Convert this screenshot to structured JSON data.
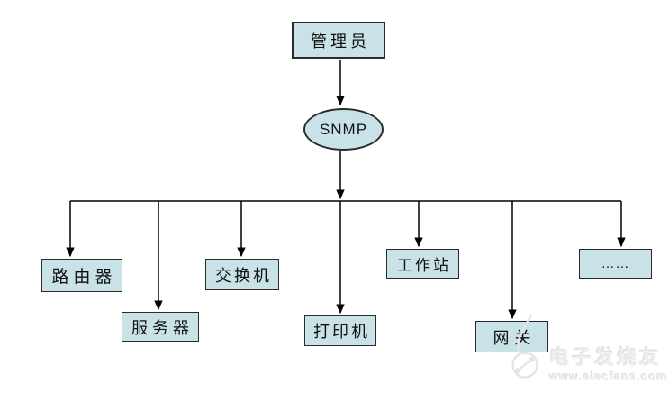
{
  "diagram": {
    "manager": {
      "label": "管理员"
    },
    "protocol": {
      "label": "SNMP"
    },
    "devices": [
      {
        "id": "router",
        "label": "路由器"
      },
      {
        "id": "server",
        "label": "服务器"
      },
      {
        "id": "switch",
        "label": "交换机"
      },
      {
        "id": "printer",
        "label": "打印机"
      },
      {
        "id": "workstation",
        "label": "工作站"
      },
      {
        "id": "gateway",
        "label": "网关"
      },
      {
        "id": "more",
        "label": "……"
      }
    ],
    "edges": [
      {
        "from": "管理员",
        "to": "SNMP"
      },
      {
        "from": "SNMP",
        "to": "路由器"
      },
      {
        "from": "SNMP",
        "to": "服务器"
      },
      {
        "from": "SNMP",
        "to": "交换机"
      },
      {
        "from": "SNMP",
        "to": "打印机"
      },
      {
        "from": "SNMP",
        "to": "工作站"
      },
      {
        "from": "SNMP",
        "to": "网关"
      },
      {
        "from": "SNMP",
        "to": "……"
      }
    ],
    "colors": {
      "node_fill": "#c8e2e7",
      "node_border": "#2b2b2b",
      "connector": "#000000",
      "background": "#ffffff"
    }
  },
  "watermark": {
    "brand": "电子发烧友",
    "url": "www.elecfans.com"
  }
}
